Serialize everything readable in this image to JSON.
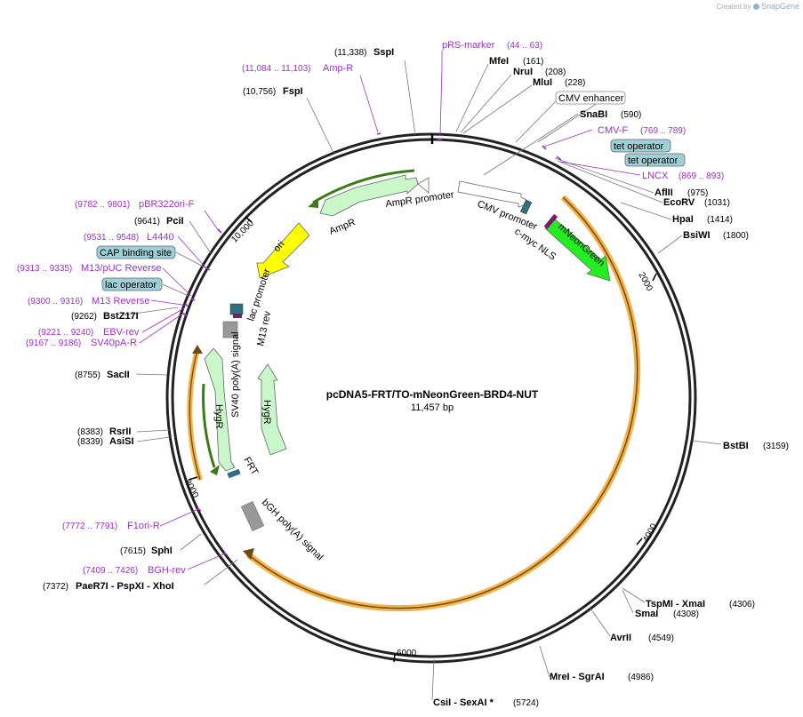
{
  "credit": {
    "prefix": "Created by",
    "brand": "SnapGene"
  },
  "title": "pcDNA5-FRT/TO-mNeonGreen-BRD4-NUT",
  "length": "11,457 bp",
  "ticks": [
    "2000",
    "4000",
    "6000",
    "8000",
    "10,000"
  ],
  "enzymes": [
    {
      "name": "SspI",
      "pos": "(11,338)"
    },
    {
      "name": "FspI",
      "pos": "(10,756)"
    },
    {
      "name": "MfeI",
      "pos": "(161)"
    },
    {
      "name": "NruI",
      "pos": "(208)"
    },
    {
      "name": "MluI",
      "pos": "(228)"
    },
    {
      "name": "SnaBI",
      "pos": "(590)"
    },
    {
      "name": "AflII",
      "pos": "(975)"
    },
    {
      "name": "EcoRV",
      "pos": "(1031)"
    },
    {
      "name": "HpaI",
      "pos": "(1414)"
    },
    {
      "name": "BsiWI",
      "pos": "(1800)"
    },
    {
      "name": "BstBI",
      "pos": "(3159)"
    },
    {
      "name": "TspMI  - XmaI",
      "pos": "(4306)"
    },
    {
      "name": "SmaI",
      "pos": "(4308)"
    },
    {
      "name": "AvrII",
      "pos": "(4549)"
    },
    {
      "name": "MreI  - SgrAI",
      "pos": "(4986)"
    },
    {
      "name": "CsiI  - SexAI *",
      "pos": "(5724)"
    },
    {
      "name": "PaeR7I  - PspXI  - XhoI",
      "pos": "(7372)"
    },
    {
      "name": "SphI",
      "pos": "(7615)"
    },
    {
      "name": "AsiSI",
      "pos": "(8339)"
    },
    {
      "name": "RsrII",
      "pos": "(8383)"
    },
    {
      "name": "SacII",
      "pos": "(8755)"
    },
    {
      "name": "BstZ17I",
      "pos": "(9262)"
    },
    {
      "name": "PciI",
      "pos": "(9641)"
    }
  ],
  "primers": [
    {
      "name": "pRS-marker",
      "range": "(44 .. 63)"
    },
    {
      "name": "Amp-R",
      "range": "(11,084 .. 11,103)"
    },
    {
      "name": "CMV-F",
      "range": "(769 .. 789)"
    },
    {
      "name": "LNCX",
      "range": "(869 .. 893)"
    },
    {
      "name": "pBR322ori-F",
      "range": "(9782 .. 9801)"
    },
    {
      "name": "L4440",
      "range": "(9531 .. 9548)"
    },
    {
      "name": "M13/pUC Reverse",
      "range": "(9313 .. 9335)"
    },
    {
      "name": "M13 Reverse",
      "range": "(9300 .. 9316)"
    },
    {
      "name": "EBV-rev",
      "range": "(9221 .. 9240)"
    },
    {
      "name": "SV40pA-R",
      "range": "(9167 .. 9186)"
    },
    {
      "name": "F1ori-R",
      "range": "(7772 .. 7791)"
    },
    {
      "name": "BGH-rev",
      "range": "(7409 .. 7426)"
    }
  ],
  "boxed_labels": {
    "cmv_enhancer": "CMV enhancer",
    "tet_operator_1": "tet operator",
    "tet_operator_2": "tet operator",
    "cap_binding": "CAP binding site",
    "lac_operator": "lac operator"
  },
  "features": {
    "ampr_promoter": "AmpR promoter",
    "ampr": "AmpR",
    "ori": "ori",
    "cmv_promoter": "CMV promoter",
    "c_myc_nls": "c-myc NLS",
    "mneongreen": "mNeonGreen",
    "lac_promoter": "lac promoter",
    "m13_rev": "M13 rev",
    "sv40_polya": "SV40 poly(A) signal",
    "hygr_1": "HygR",
    "hygr_2": "HygR",
    "frt": "FRT",
    "bgh_polya": "bGH poly(A) signal"
  },
  "colors": {
    "ampr_fill": "#c9f7c9",
    "ori_fill": "#ffff00",
    "mneongreen_fill": "#22ee22",
    "orf_orange": "#f5b246",
    "orf_line": "#6e4a16",
    "primer": "#9b30c8",
    "box_fill": "#9dd0d8"
  }
}
